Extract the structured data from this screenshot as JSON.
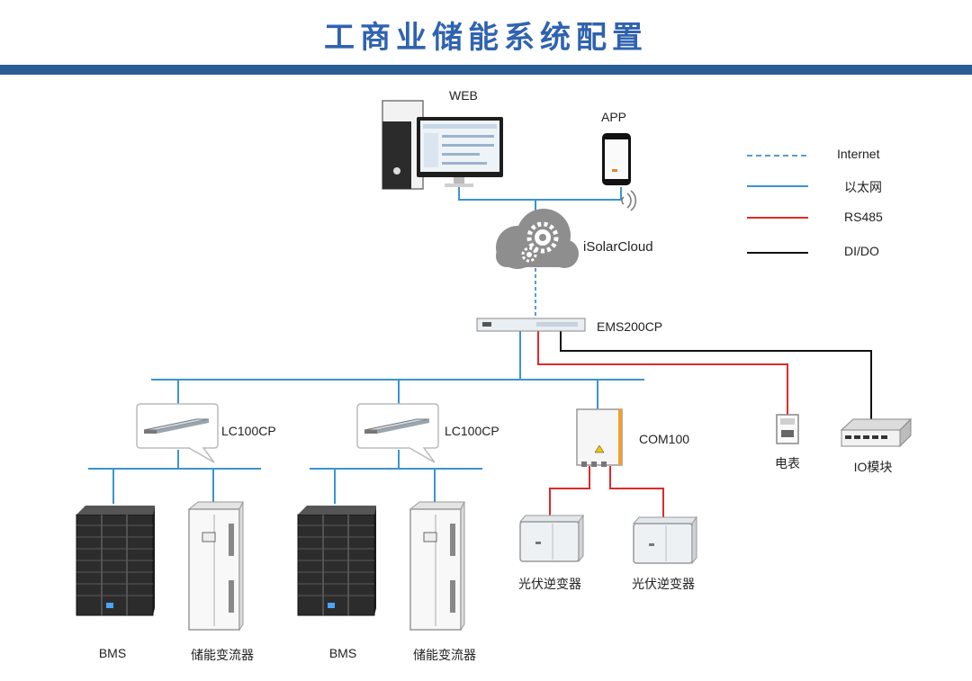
{
  "title": "工商业储能系统配置",
  "devices": {
    "web": "WEB",
    "app": "APP",
    "cloud": "iSolarCloud",
    "ems": "EMS200CP",
    "lc1": "LC100CP",
    "lc2": "LC100CP",
    "com": "COM100",
    "meter": "电表",
    "io": "IO模块",
    "bms1": "BMS",
    "pcs1": "储能变流器",
    "bms2": "BMS",
    "pcs2": "储能变流器",
    "pv1": "光伏逆变器",
    "pv2": "光伏逆变器"
  },
  "legend": {
    "items": [
      {
        "label": "Internet",
        "color": "#5b9bd5",
        "style": "dashed"
      },
      {
        "label": "以太网",
        "color": "#3a95cf",
        "style": "solid"
      },
      {
        "label": "RS485",
        "color": "#e02a2a",
        "style": "solid"
      },
      {
        "label": "DI/DO",
        "color": "#111111",
        "style": "solid"
      }
    ]
  },
  "colors": {
    "title": "#2f63b0",
    "header_bar": "#2a5d94",
    "ethernet": "#3a95cf",
    "rs485": "#e02a2a",
    "dido": "#111111",
    "internet": "#5b9bd5"
  }
}
